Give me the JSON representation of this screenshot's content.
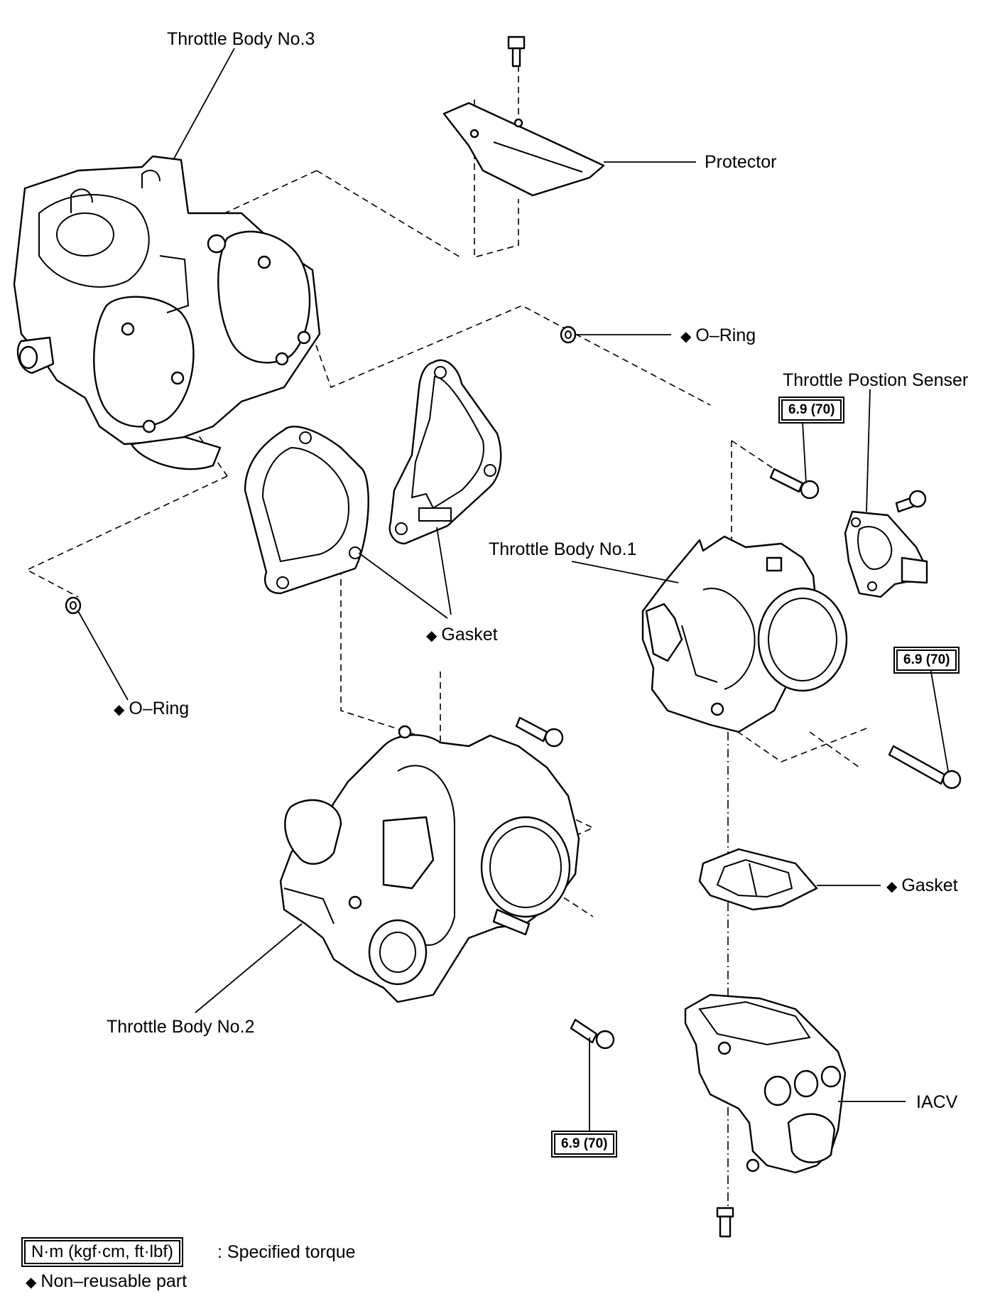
{
  "labels": {
    "throttle_body_3": "Throttle Body No.3",
    "protector": "Protector",
    "o_ring_upper": "O–Ring",
    "throttle_position_sensor": "Throttle Postion Senser",
    "throttle_body_1": "Throttle Body No.1",
    "gasket_middle": "Gasket",
    "o_ring_left": "O–Ring",
    "gasket_right": "Gasket",
    "throttle_body_2": "Throttle Body No.2",
    "iacv": "IACV"
  },
  "torque": {
    "tps_bolt": "6.9 (70)",
    "tb1_bolt": "6.9 (70)",
    "tb2_bolt": "6.9 (70)"
  },
  "legend": {
    "torque_unit": "N·m (kgf·cm, ft·lbf)",
    "torque_desc": ": Specified torque",
    "non_reusable": "Non–reusable part"
  },
  "symbols": {
    "non_reusable_mark": "◆"
  }
}
